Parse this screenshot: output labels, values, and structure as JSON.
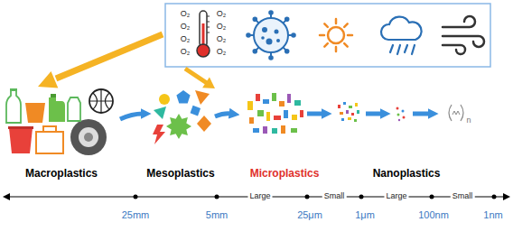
{
  "diagram": {
    "labels": [
      "O₂",
      "O₂",
      "O₂",
      "O₂",
      "O₂",
      "O₂",
      "O₂",
      "O₂",
      "n",
      "Macroplastics",
      "Mesoplastics",
      "Microplastics",
      "Nanoplastics",
      "Large",
      "Small",
      "Large",
      "Small",
      "25mm",
      "5mm",
      "25μm",
      "1μm",
      "100nm",
      "1nm"
    ]
  }
}
